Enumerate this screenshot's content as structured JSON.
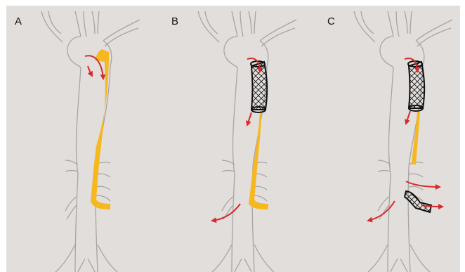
{
  "figure": {
    "panels": [
      {
        "label": "A"
      },
      {
        "label": "B"
      },
      {
        "label": "C"
      }
    ]
  },
  "colors": {
    "background": "#e2dedc",
    "vessel": "#a8a4a2",
    "false_lumen": "#f6b81f",
    "flow_arrow": "#d72a2a",
    "stent_frame": "#111111"
  },
  "icons": [
    "aorta-outline",
    "false-lumen",
    "stent-graft",
    "flow-arrow"
  ]
}
